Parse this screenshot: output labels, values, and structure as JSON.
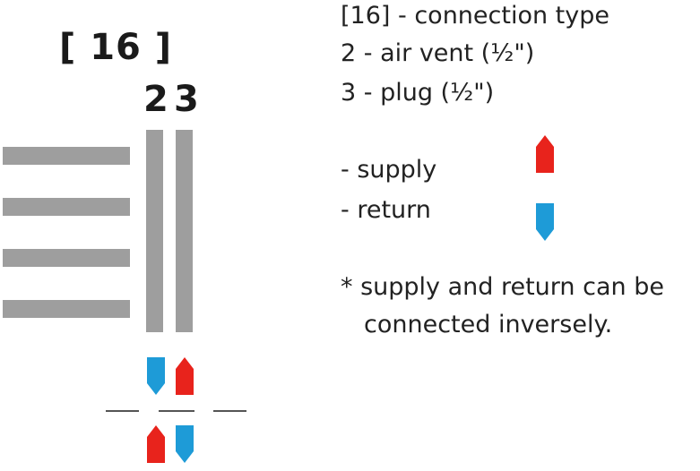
{
  "diagram": {
    "connection_code": "[ 16 ]",
    "port_labels": [
      "2",
      "3"
    ],
    "colors": {
      "bar": "#9e9e9e",
      "supply": "#e8231c",
      "return": "#1e9bd7"
    }
  },
  "legend": {
    "connection_type": "[16] - connection type",
    "air_vent": "2 - air vent (½\")",
    "plug": "3 - plug (½\")",
    "supply": "- supply",
    "return": "- return",
    "note_line1": "* supply and return can be",
    "note_line2": "connected inversely."
  }
}
